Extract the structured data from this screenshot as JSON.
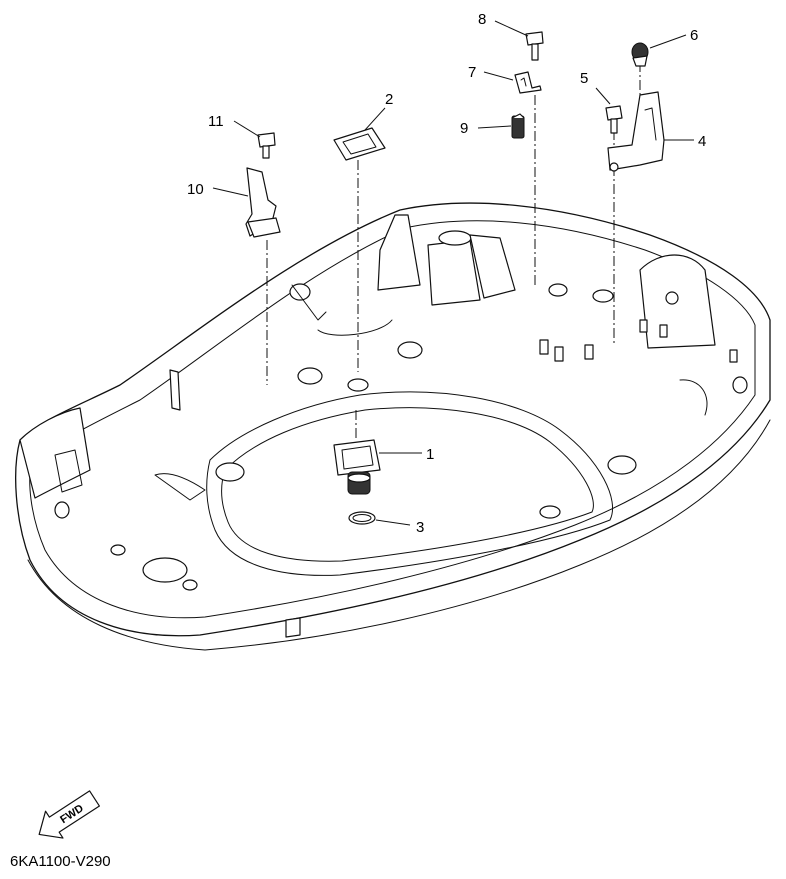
{
  "drawing_code": "6KA1100-V290",
  "fwd_label": "FWD",
  "callouts": [
    {
      "id": "c1",
      "label": "1"
    },
    {
      "id": "c2",
      "label": "2"
    },
    {
      "id": "c3",
      "label": "3"
    },
    {
      "id": "c4",
      "label": "4"
    },
    {
      "id": "c5",
      "label": "5"
    },
    {
      "id": "c6",
      "label": "6"
    },
    {
      "id": "c7",
      "label": "7"
    },
    {
      "id": "c8",
      "label": "8"
    },
    {
      "id": "c9",
      "label": "9"
    },
    {
      "id": "c10",
      "label": "10"
    },
    {
      "id": "c11",
      "label": "11"
    }
  ]
}
